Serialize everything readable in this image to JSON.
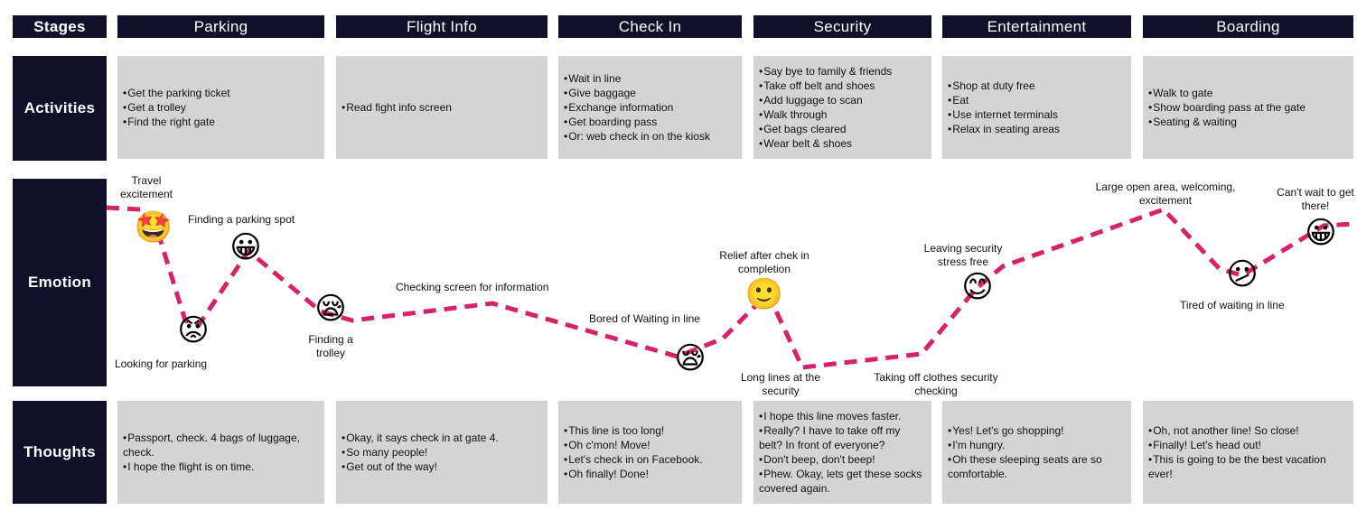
{
  "row_headers": {
    "stages": "Stages",
    "activities": "Activities",
    "emotion": "Emotion",
    "thoughts": "Thoughts"
  },
  "stages": [
    "Parking",
    "Flight Info",
    "Check In",
    "Security",
    "Entertainment",
    "Boarding"
  ],
  "activities": [
    [
      "Get the parking ticket",
      "Get a trolley",
      "Find the right gate"
    ],
    [
      "Read fight info screen"
    ],
    [
      "Wait in line",
      "Give baggage",
      "Exchange information",
      "Get boarding pass",
      "Or: web check in on the kiosk"
    ],
    [
      "Say bye to family & friends",
      "Take off belt and shoes",
      "Add luggage to scan",
      "Walk through",
      "Get bags cleared",
      "Wear belt & shoes"
    ],
    [
      "Shop at duty free",
      "Eat",
      "Use internet terminals",
      "Relax in seating areas"
    ],
    [
      "Walk to gate",
      "Show boarding pass at the gate",
      "Seating & waiting"
    ]
  ],
  "thoughts": [
    [
      "Passport, check. 4 bags of luggage, check.",
      "I hope the flight is on time."
    ],
    [
      "Okay, it says check in at gate 4.",
      "So many people!",
      "Get out of the way!"
    ],
    [
      "This line is too long!",
      "Oh c'mon! Move!",
      "Let's check in on Facebook.",
      "Oh finally! Done!"
    ],
    [
      "I hope this line moves faster.",
      "Really? I have to take off my belt? In front of everyone?",
      "Don't beep, don't beep!",
      "Phew. Okay, lets get these socks covered again."
    ],
    [
      "Yes! Let's go shopping!",
      "I'm hungry.",
      "Oh these sleeping seats are so comfortable."
    ],
    [
      "Oh, not another line! So close!",
      "Finally! Let's head out!",
      "This is going to be the best vacation ever!"
    ]
  ],
  "emotion_labels": {
    "travel_excitement": "Travel excitement",
    "finding_parking_spot": "Finding a parking spot",
    "looking_for_parking": "Looking for parking",
    "finding_trolley": "Finding a trolley",
    "checking_screen": "Checking screen for information",
    "bored_waiting": "Bored of Waiting in line",
    "relief_checkin": "Relief after chek in completion",
    "long_lines_security": "Long lines at the security",
    "taking_off_clothes": "Taking off clothes security checking",
    "leaving_security": "Leaving security stress free",
    "large_open_area": "Large open area, welcoming, excitement",
    "tired_waiting": "Tired of waiting in line",
    "cant_wait": "Can't wait to get there!"
  },
  "emojis": {
    "star_eyes": "🤩",
    "happy": "😀",
    "angry": "😡",
    "sleepy": "😪",
    "slight_smile": "🙂",
    "smiling": "😊",
    "confused": "😕"
  },
  "colors": {
    "header_bg": "#10102a",
    "cell_bg": "#d4d4d4",
    "curve": "#d6226a"
  }
}
